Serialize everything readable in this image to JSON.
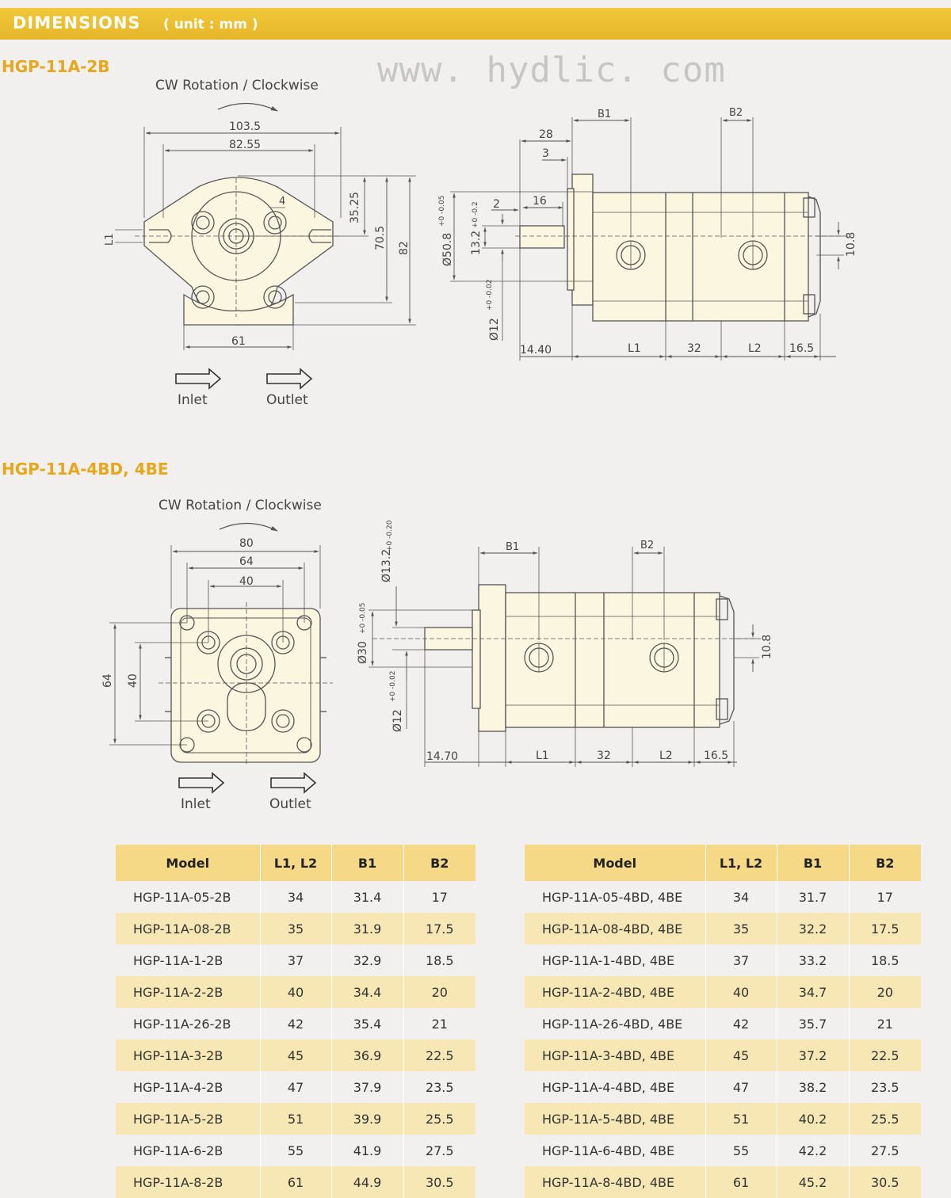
{
  "header": {
    "title": "DIMENSIONS",
    "unit": "( unit : mm )"
  },
  "watermark": "www. hydlic. com",
  "section1": {
    "title": "HGP-11A-2B",
    "rotation": "CW Rotation / Clockwise",
    "inlet": "Inlet",
    "outlet": "Outlet",
    "front_dims": {
      "d103_5": "103.5",
      "d82_55": "82.55",
      "d4": "4",
      "d35_25": "35.25",
      "d70_5": "70.5",
      "d82": "82",
      "d61": "61",
      "dL1": "L1"
    },
    "side_dims": {
      "b1": "B1",
      "b2": "B2",
      "d28": "28",
      "d3": "3",
      "d2": "2",
      "d16": "16",
      "d50_8": "Ø50.8",
      "tol50": "+0 -0.05",
      "d13_2": "13.2",
      "tol13": "+0 -0.2",
      "d12": "Ø12",
      "tol12": "+0 -0.02",
      "d10_8": "10.8",
      "d14_40": "14.40",
      "l1": "L1",
      "d32": "32",
      "l2": "L2",
      "d16_5": "16.5"
    }
  },
  "section2": {
    "title": "HGP-11A-4BD, 4BE",
    "rotation": "CW Rotation / Clockwise",
    "inlet": "Inlet",
    "outlet": "Outlet",
    "front_dims": {
      "d80": "80",
      "d64": "64",
      "d40": "40",
      "v64": "64",
      "v40": "40"
    },
    "side_dims": {
      "b1": "B1",
      "b2": "B2",
      "d13_2": "Ø13.2",
      "tol13": "+0 -0.20",
      "d30": "Ø30",
      "tol30": "+0 -0.05",
      "d12": "Ø12",
      "tol12": "+0 -0.02",
      "d10_8": "10.8",
      "d14_70": "14.70",
      "l1": "L1",
      "d32": "32",
      "l2": "L2",
      "d16_5": "16.5"
    }
  },
  "table_2b": {
    "headers": [
      "Model",
      "L1, L2",
      "B1",
      "B2"
    ],
    "rows": [
      [
        "HGP-11A-05-2B",
        "34",
        "31.4",
        "17"
      ],
      [
        "HGP-11A-08-2B",
        "35",
        "31.9",
        "17.5"
      ],
      [
        "HGP-11A-1-2B",
        "37",
        "32.9",
        "18.5"
      ],
      [
        "HGP-11A-2-2B",
        "40",
        "34.4",
        "20"
      ],
      [
        "HGP-11A-26-2B",
        "42",
        "35.4",
        "21"
      ],
      [
        "HGP-11A-3-2B",
        "45",
        "36.9",
        "22.5"
      ],
      [
        "HGP-11A-4-2B",
        "47",
        "37.9",
        "23.5"
      ],
      [
        "HGP-11A-5-2B",
        "51",
        "39.9",
        "25.5"
      ],
      [
        "HGP-11A-6-2B",
        "55",
        "41.9",
        "27.5"
      ],
      [
        "HGP-11A-8-2B",
        "61",
        "44.9",
        "30.5"
      ]
    ]
  },
  "table_4bd": {
    "headers": [
      "Model",
      "L1, L2",
      "B1",
      "B2"
    ],
    "rows": [
      [
        "HGP-11A-05-4BD, 4BE",
        "34",
        "31.7",
        "17"
      ],
      [
        "HGP-11A-08-4BD, 4BE",
        "35",
        "32.2",
        "17.5"
      ],
      [
        "HGP-11A-1-4BD, 4BE",
        "37",
        "33.2",
        "18.5"
      ],
      [
        "HGP-11A-2-4BD, 4BE",
        "40",
        "34.7",
        "20"
      ],
      [
        "HGP-11A-26-4BD, 4BE",
        "42",
        "35.7",
        "21"
      ],
      [
        "HGP-11A-3-4BD, 4BE",
        "45",
        "37.2",
        "22.5"
      ],
      [
        "HGP-11A-4-4BD, 4BE",
        "47",
        "38.2",
        "23.5"
      ],
      [
        "HGP-11A-5-4BD, 4BE",
        "51",
        "40.2",
        "25.5"
      ],
      [
        "HGP-11A-6-4BD, 4BE",
        "55",
        "42.2",
        "27.5"
      ],
      [
        "HGP-11A-8-4BD, 4BE",
        "61",
        "45.2",
        "30.5"
      ]
    ]
  }
}
